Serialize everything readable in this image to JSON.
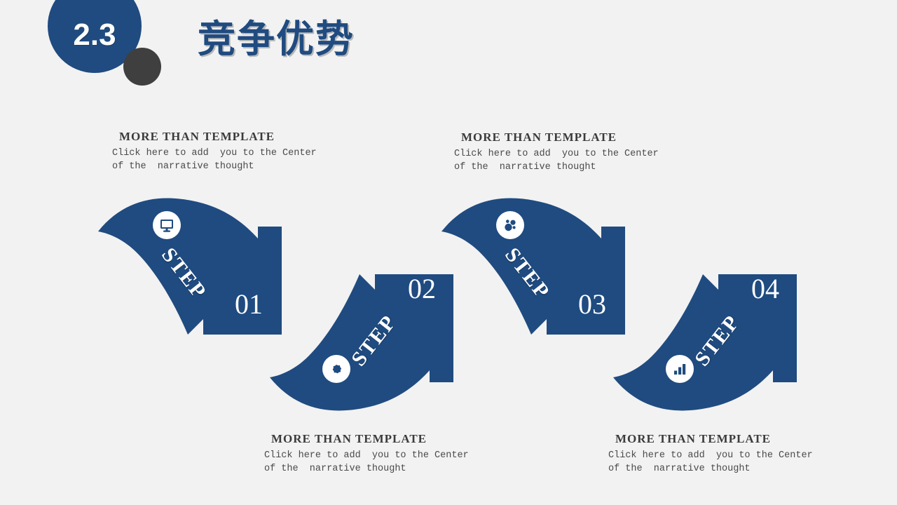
{
  "slide": {
    "background_color": "#f2f2f2",
    "accent_color": "#1f4b80",
    "dark_accent_color": "#3f3f3f"
  },
  "header": {
    "badge_number": "2.3",
    "title": "竞争优势"
  },
  "captions": [
    {
      "heading_words": [
        "MORE",
        "THAN",
        "TEMPLATE"
      ],
      "heading": "MORE   THAN   TEMPLATE",
      "body": "Click here to add  you to the Center\nof the  narrative thought"
    },
    {
      "heading_words": [
        "MORE",
        "THAN",
        "TEMPLATE"
      ],
      "heading": "MORE   THAN   TEMPLATE",
      "body": "Click here to add  you to the Center\nof the  narrative thought"
    },
    {
      "heading_words": [
        "MORE",
        "THAN",
        "TEMPLATE"
      ],
      "heading": "MORE   THAN   TEMPLATE",
      "body": "Click here to add  you to the Center\nof the  narrative thought"
    },
    {
      "heading_words": [
        "MORE",
        "THAN",
        "TEMPLATE"
      ],
      "heading": "MORE   THAN   TEMPLATE",
      "body": "Click here to add  you to the Center\nof the  narrative thought"
    }
  ],
  "steps": [
    {
      "word": "STEP",
      "number": "01",
      "direction": "down",
      "icon": "monitor-icon",
      "fill": "#1f4b80"
    },
    {
      "word": "STEP",
      "number": "02",
      "direction": "up",
      "icon": "gear-flower-icon",
      "fill": "#1f4b80"
    },
    {
      "word": "STEP",
      "number": "03",
      "direction": "down",
      "icon": "bubbles-icon",
      "fill": "#1f4b80"
    },
    {
      "word": "STEP",
      "number": "04",
      "direction": "up",
      "icon": "bar-chart-icon",
      "fill": "#1f4b80"
    }
  ]
}
